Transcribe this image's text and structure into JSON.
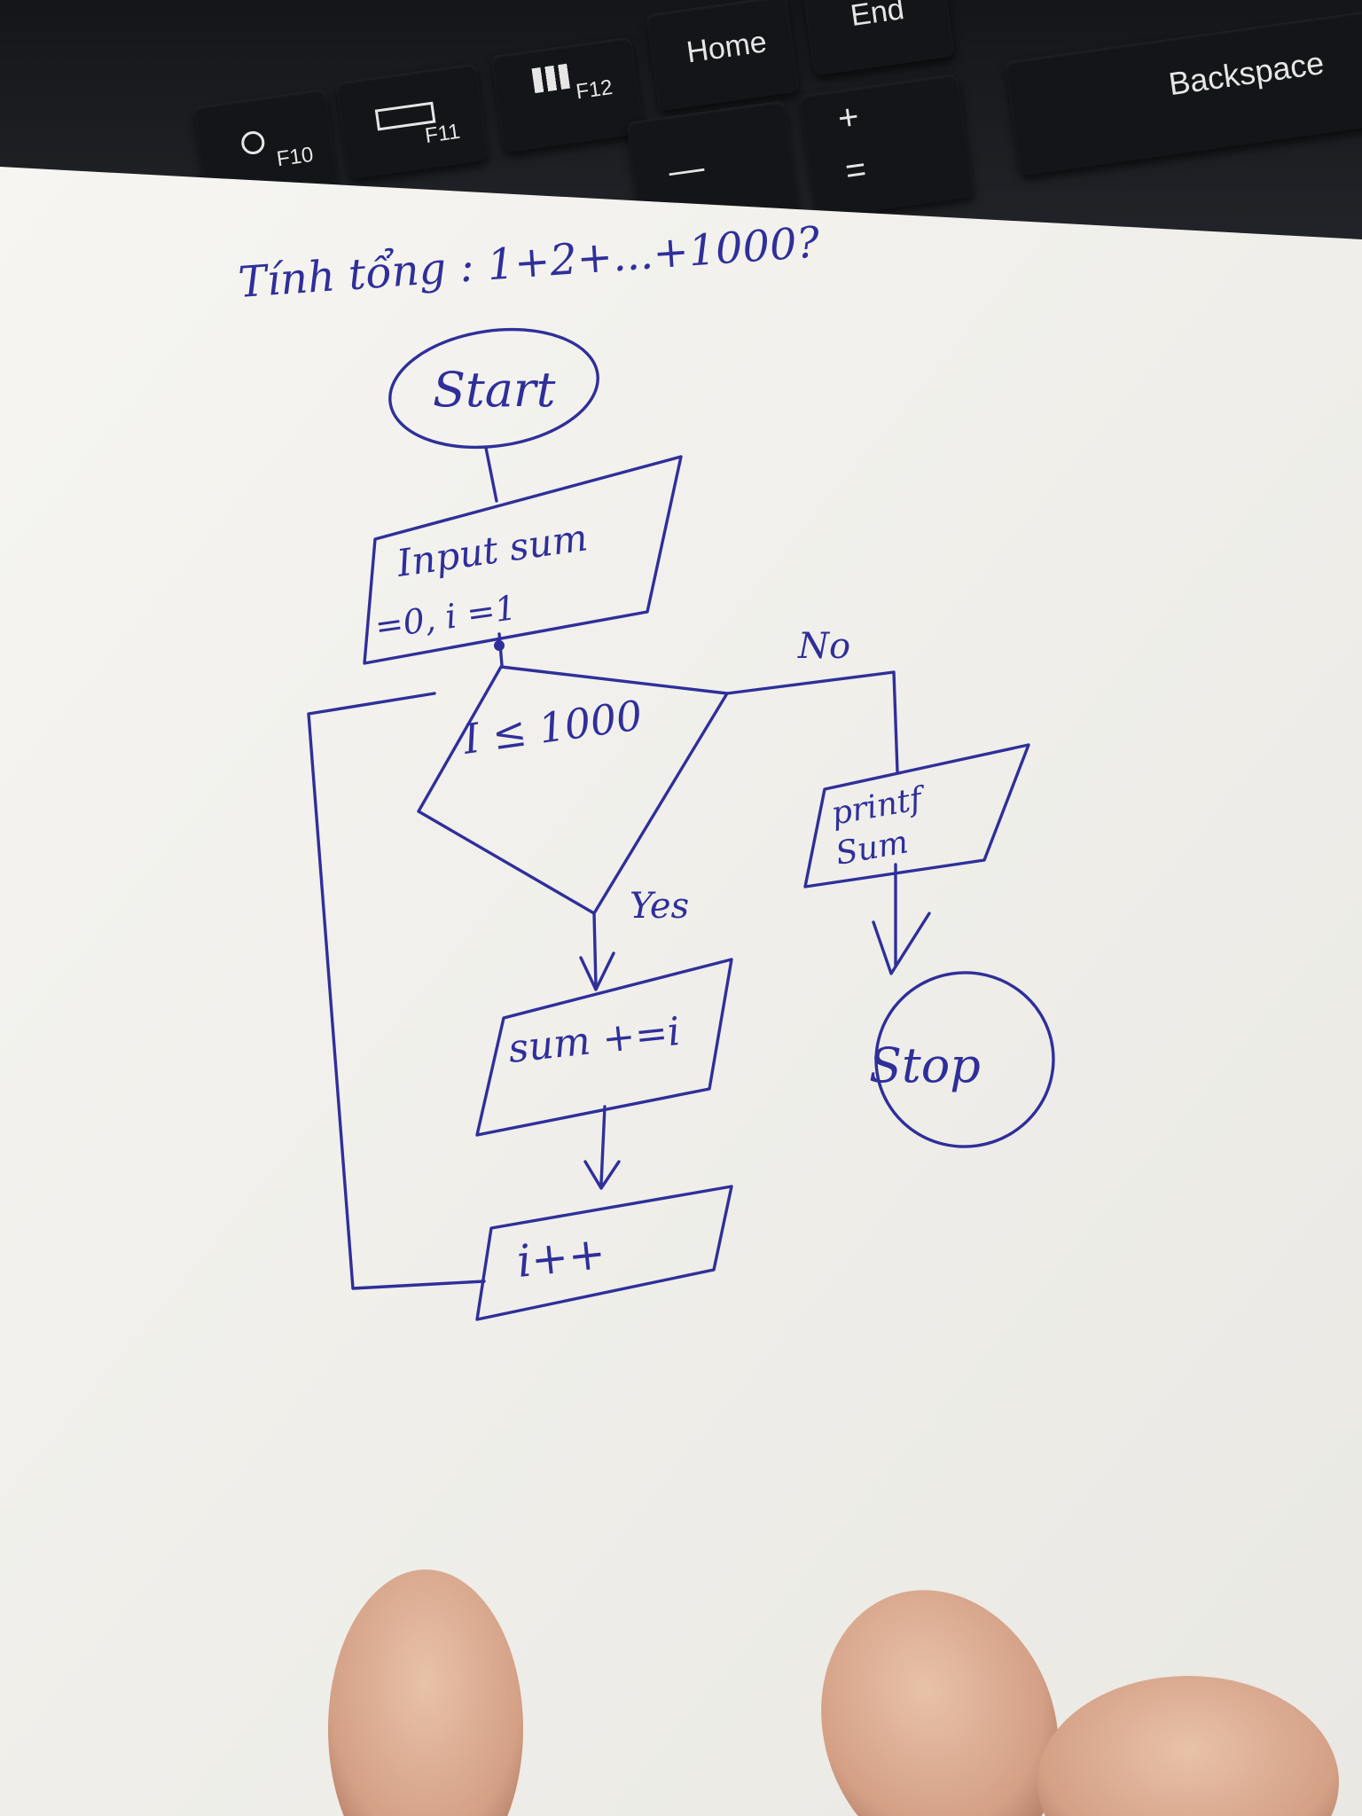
{
  "keyboard": {
    "keys": [
      {
        "label": "F10",
        "icon": "search-icon"
      },
      {
        "label": "F11",
        "icon": "display-icon"
      },
      {
        "label": "F12",
        "icon": "grid-icon"
      },
      {
        "label": "Home"
      },
      {
        "label": "End"
      },
      {
        "label": "Backspace"
      },
      {
        "label": "+",
        "sub": "="
      },
      {
        "label": "—"
      }
    ]
  },
  "note": {
    "title": "Tính tổng : 1+2+...+1000?",
    "flowchart": {
      "start": "Start",
      "input": {
        "line1": "Input sum",
        "line2": "=0, i =1"
      },
      "decision": "I ≤ 1000",
      "yes_label": "Yes",
      "no_label": "No",
      "sum_step": "sum +=i",
      "increment": "i++",
      "output": {
        "line1": "printf",
        "line2": "Sum"
      },
      "stop": "Stop"
    }
  },
  "colors": {
    "ink": "#2f2f9a",
    "paper": "#f3f2ee",
    "keyboard": "#141518"
  }
}
